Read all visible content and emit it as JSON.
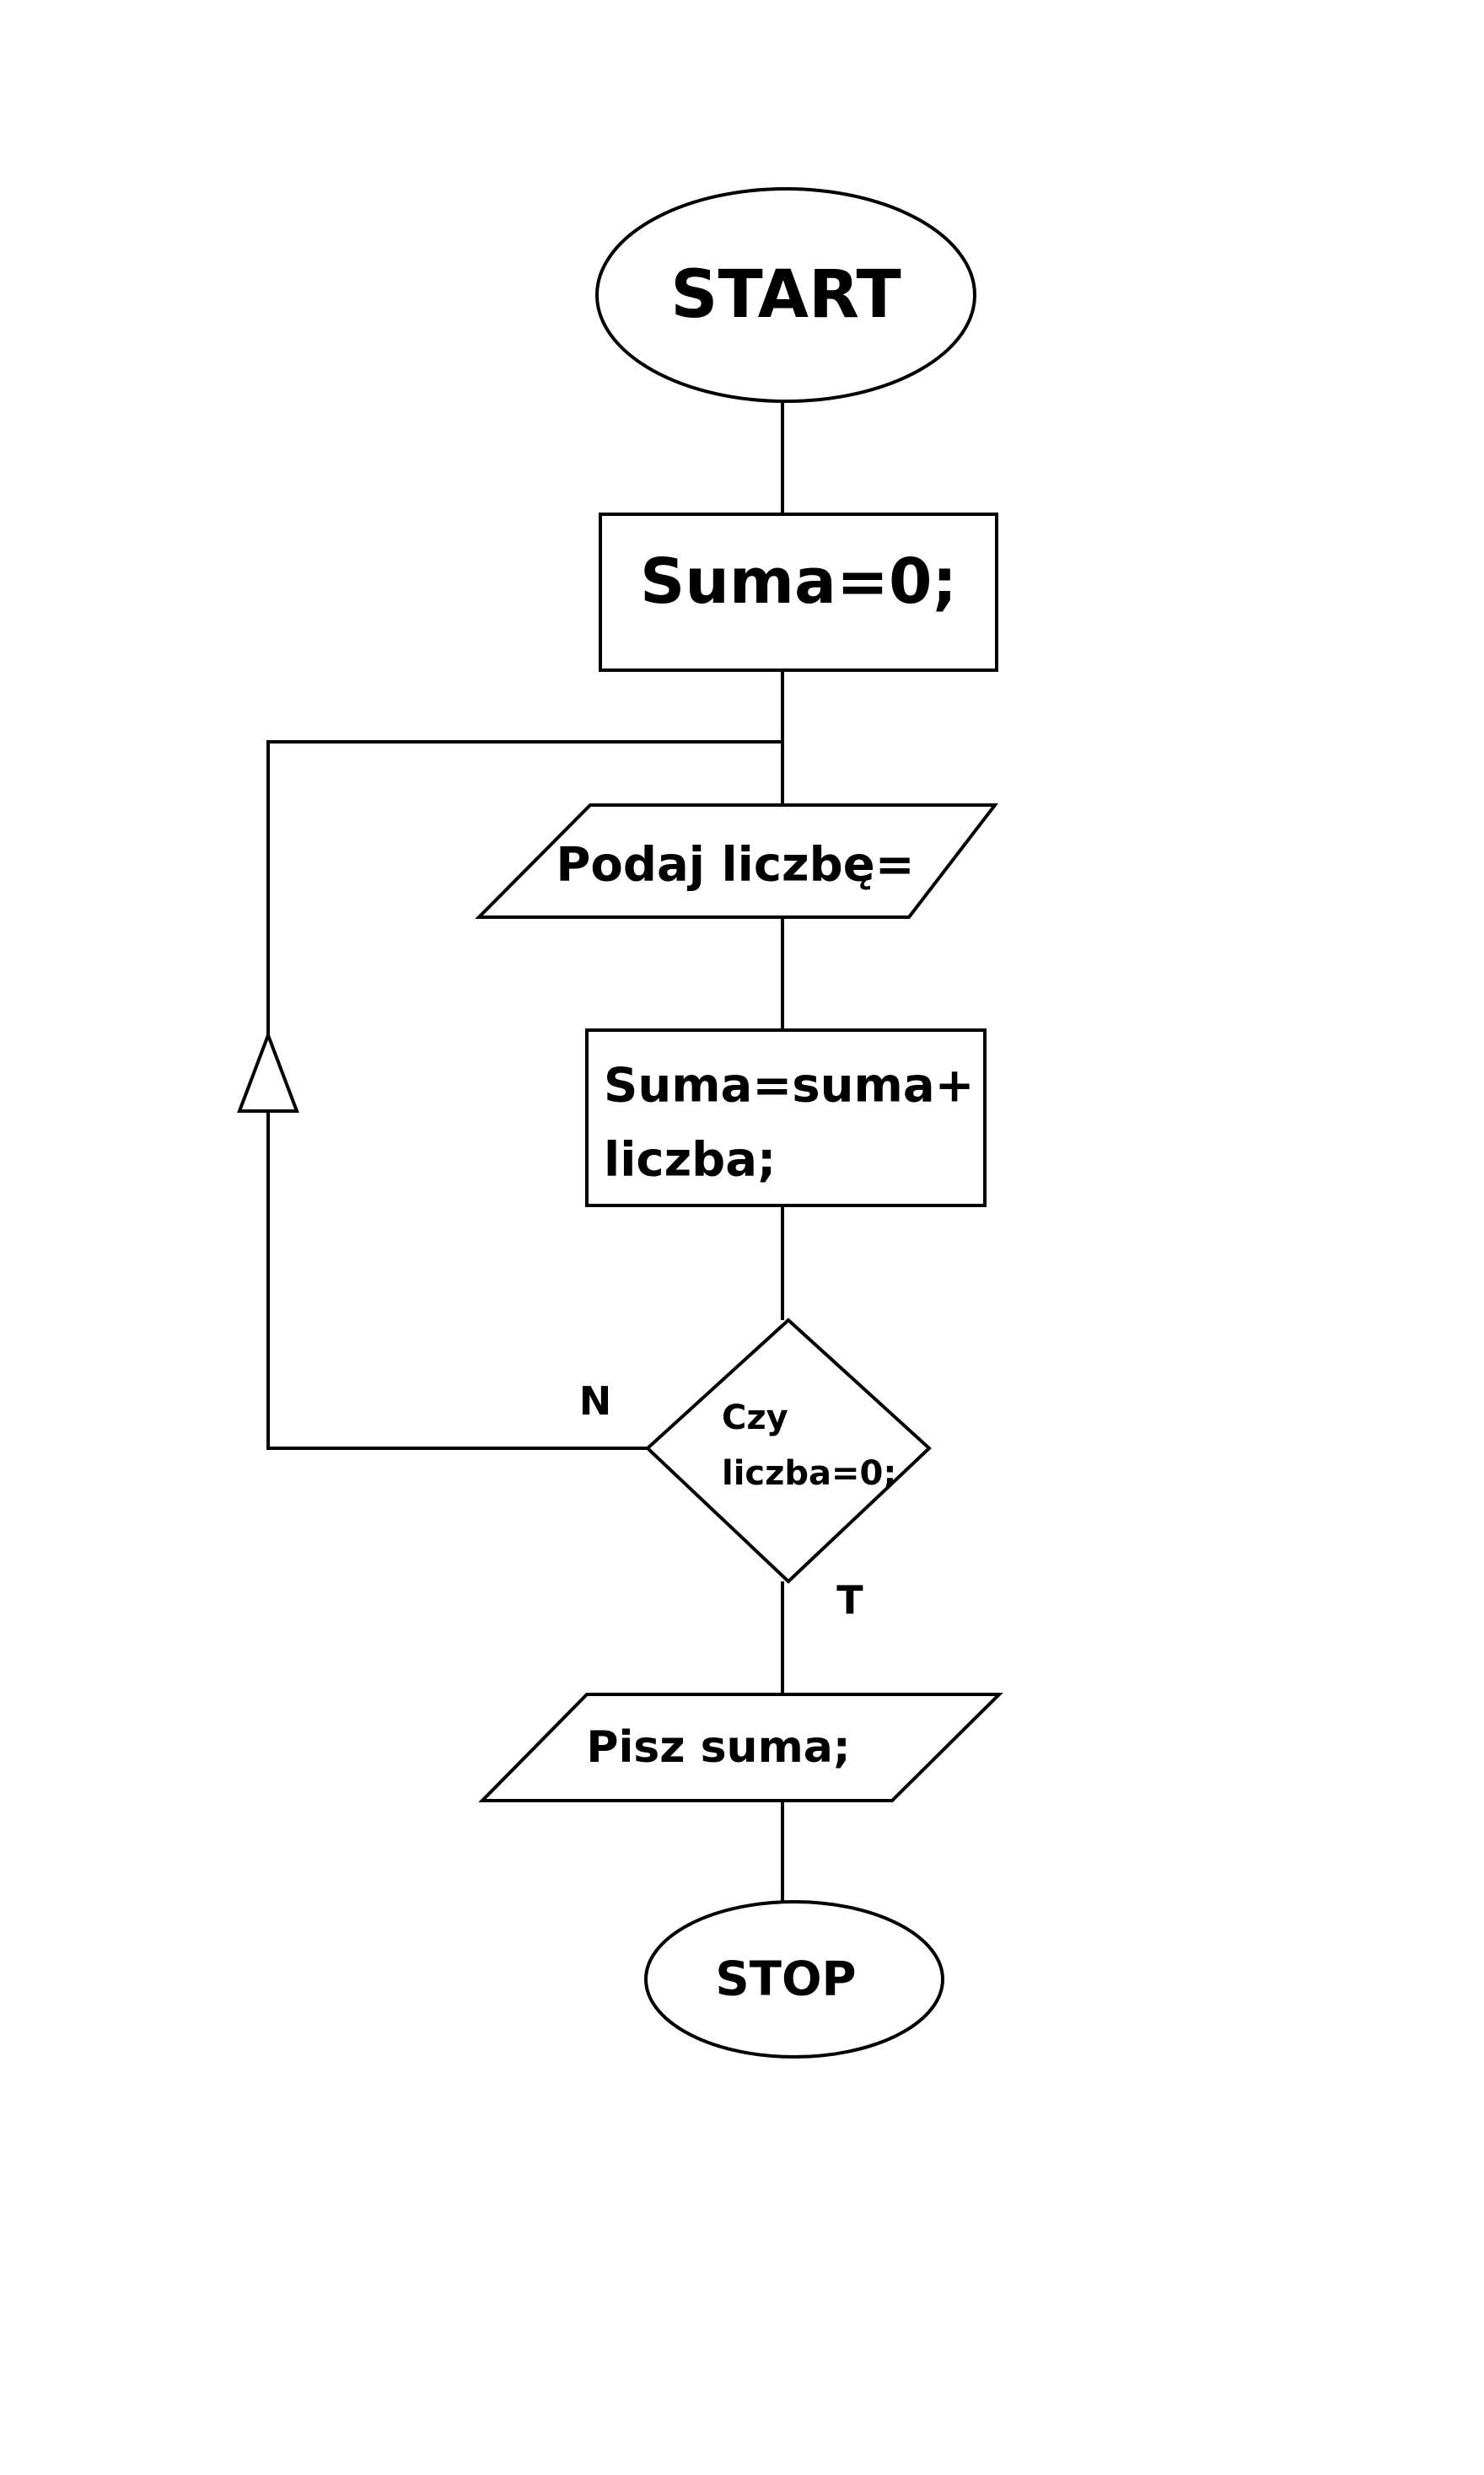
{
  "flowchart": {
    "start": {
      "label": "START"
    },
    "init": {
      "label": "Suma=0;"
    },
    "input": {
      "label": "Podaj liczbę="
    },
    "process": {
      "line1": "Suma=suma+",
      "line2": "liczba;"
    },
    "decision": {
      "line1": "Czy",
      "line2": "liczba=0;"
    },
    "branch_false": {
      "label": "N"
    },
    "branch_true": {
      "label": "T"
    },
    "output": {
      "label": "Pisz suma;"
    },
    "stop": {
      "label": "STOP"
    }
  }
}
